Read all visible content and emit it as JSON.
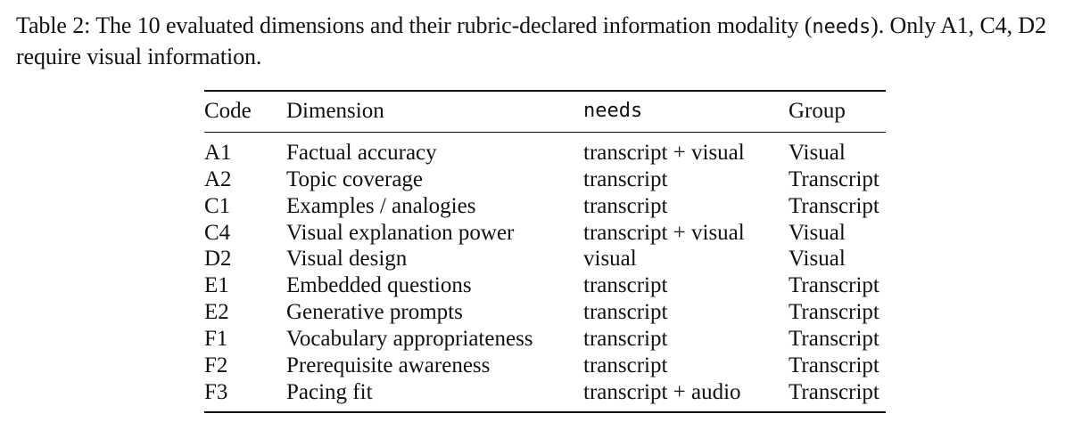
{
  "caption": {
    "label": "Table 2:",
    "text_before": " The 10 evaluated dimensions and their rubric-declared information modality (",
    "code": "needs",
    "text_after": "). Only A1, C4, D2 require visual information."
  },
  "table": {
    "headers": {
      "code": "Code",
      "dimension": "Dimension",
      "needs": "needs",
      "group": "Group"
    },
    "rows": [
      {
        "code": "A1",
        "dimension": "Factual accuracy",
        "needs": "transcript + visual",
        "group": "Visual"
      },
      {
        "code": "A2",
        "dimension": "Topic coverage",
        "needs": "transcript",
        "group": "Transcript"
      },
      {
        "code": "C1",
        "dimension": "Examples / analogies",
        "needs": "transcript",
        "group": "Transcript"
      },
      {
        "code": "C4",
        "dimension": "Visual explanation power",
        "needs": "transcript + visual",
        "group": "Visual"
      },
      {
        "code": "D2",
        "dimension": "Visual design",
        "needs": "visual",
        "group": "Visual"
      },
      {
        "code": "E1",
        "dimension": "Embedded questions",
        "needs": "transcript",
        "group": "Transcript"
      },
      {
        "code": "E2",
        "dimension": "Generative prompts",
        "needs": "transcript",
        "group": "Transcript"
      },
      {
        "code": "F1",
        "dimension": "Vocabulary appropriateness",
        "needs": "transcript",
        "group": "Transcript"
      },
      {
        "code": "F2",
        "dimension": "Prerequisite awareness",
        "needs": "transcript",
        "group": "Transcript"
      },
      {
        "code": "F3",
        "dimension": "Pacing fit",
        "needs": "transcript + audio",
        "group": "Transcript"
      }
    ]
  }
}
